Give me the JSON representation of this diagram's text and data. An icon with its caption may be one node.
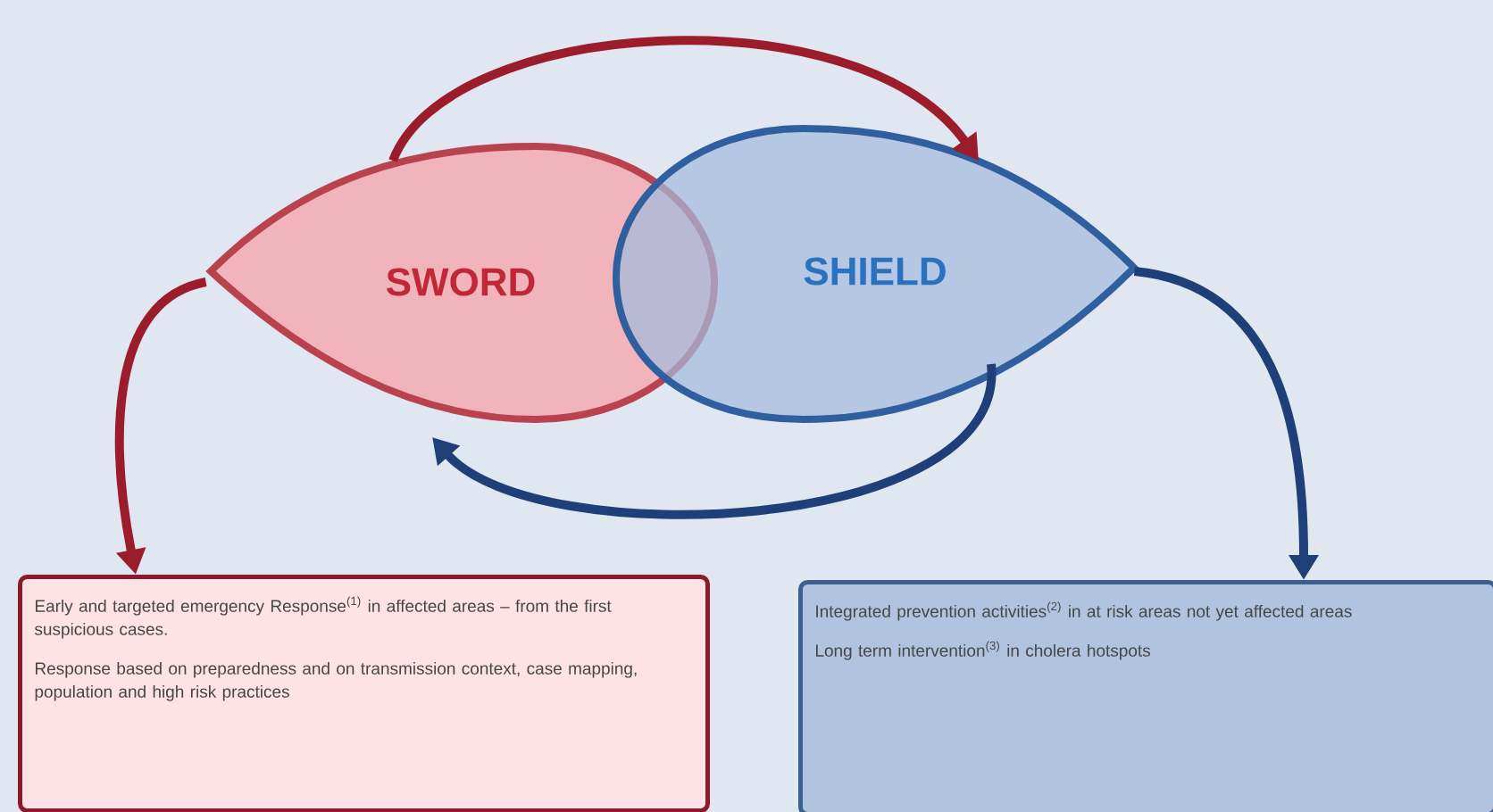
{
  "diagram": {
    "nodes": [
      {
        "text": [
          "SWORD"
        ]
      },
      {
        "text": [
          "SHIELD"
        ]
      },
      {
        "text": [
          "Early and targeted emergency Response$^{(1)}$ in affected areas – from the first suspicious cases.",
          "Response based on preparedness and on transmission context, case mapping, population and high risk practices"
        ]
      },
      {
        "text": [
          "Integrated prevention activities$^{(2)}$ in at risk areas not yet affected areas",
          "Long term intervention$^{(3)}$ in cholera hotspots"
        ]
      }
    ],
    "edges": [
      {
        "from": 0,
        "to": 1,
        "arrow": "to",
        "color": "#9b1d2c"
      },
      {
        "from": 1,
        "to": 0,
        "arrow": "to",
        "color": "#1f3f78"
      },
      {
        "from": 0,
        "to": 2,
        "arrow": "to",
        "color": "#9b1d2c"
      },
      {
        "from": 1,
        "to": 3,
        "arrow": "to",
        "color": "#1f3f78"
      }
    ]
  }
}
